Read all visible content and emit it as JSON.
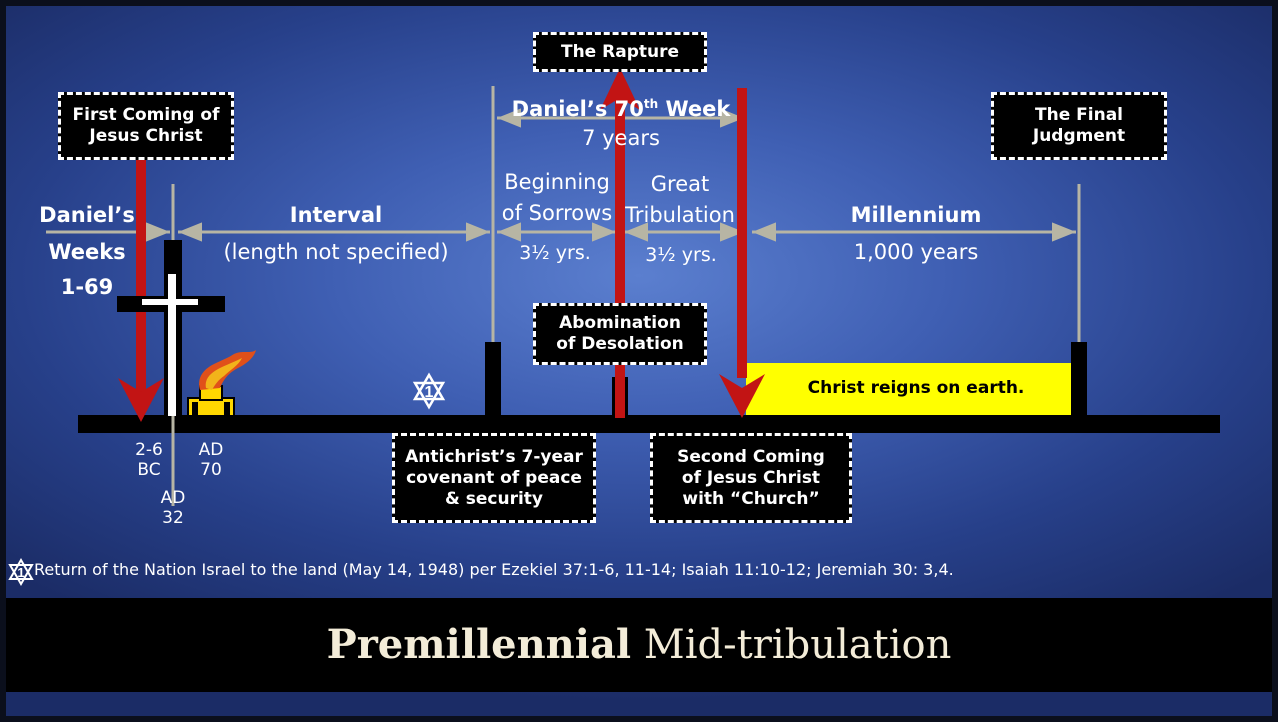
{
  "colors": {
    "background": "#3f5fb3",
    "arrow_red": "#c21414",
    "timeline": "#000000",
    "span_arrow": "#b7b5a4",
    "millennium_fill": "#ffff00",
    "box_border": "#ffffff"
  },
  "boxes": {
    "first_coming": "First Coming of Jesus Christ",
    "rapture": "The Rapture",
    "final_judgment": "The Final Judgment",
    "abomination": "Abomination of Desolation",
    "antichrist_covenant": "Antichrist’s 7-year covenant of peace & security",
    "second_coming": "Second Coming of Jesus Christ with “Church”"
  },
  "periods": {
    "daniels_weeks_line1": "Daniel’s",
    "daniels_weeks_line2": "Weeks",
    "daniels_weeks_line3": "1-69",
    "interval_title": "Interval",
    "interval_sub": "(length not specified)",
    "week70_title": "Daniel’s 70",
    "week70_sup": "th",
    "week70_word": "Week",
    "week70_years": "7 years",
    "sorrows_line1": "Beginning",
    "sorrows_line2": "of Sorrows",
    "sorrows_years": "3½ yrs.",
    "great_line1": "Great",
    "great_line2": "Tribulation",
    "great_years": "3½ yrs.",
    "millennium_title": "Millennium",
    "millennium_years": "1,000 years"
  },
  "millennium_bar_text": "Christ reigns on earth.",
  "dates": {
    "birth": "2-6 BC",
    "crucifixion": "AD 32",
    "temple": "AD 70"
  },
  "star_marker": "1",
  "footnote": "Return of the Nation Israel to the land (May 14, 1948) per Ezekiel 37:1-6, 11-14; Isaiah 11:10-12; Jeremiah 30: 3,4.",
  "title": {
    "bold": "Premillennial",
    "normal": "Mid-tribulation"
  }
}
